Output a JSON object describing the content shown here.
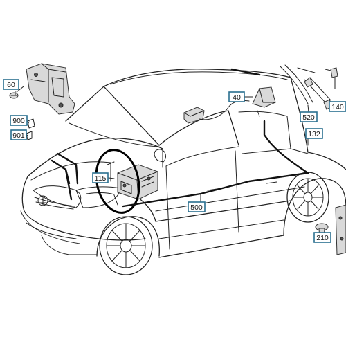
{
  "callouts": [
    {
      "id": "c60",
      "label": "60"
    },
    {
      "id": "c900",
      "label": "900"
    },
    {
      "id": "c901",
      "label": "901"
    },
    {
      "id": "c115",
      "label": "115"
    },
    {
      "id": "c40",
      "label": "40"
    },
    {
      "id": "c500",
      "label": "500"
    },
    {
      "id": "c520",
      "label": "520"
    },
    {
      "id": "c140",
      "label": "140"
    },
    {
      "id": "c132",
      "label": "132"
    },
    {
      "id": "c210",
      "label": "210"
    }
  ],
  "colors": {
    "callout_border": "#2a6f8f",
    "line": "#222222",
    "wiring": "#111111"
  }
}
